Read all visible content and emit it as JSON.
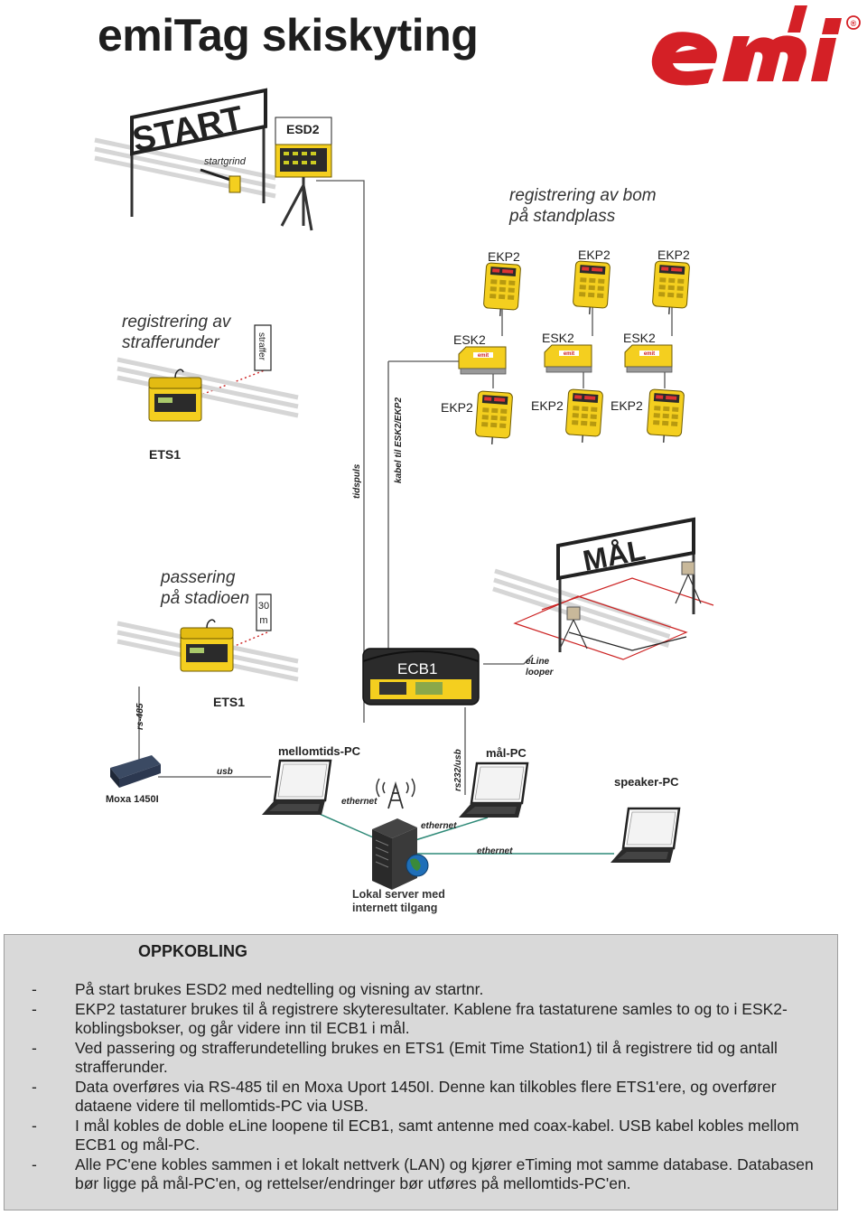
{
  "title": "emiTag skiskyting",
  "logo": {
    "text": "emit",
    "registered": "®",
    "color": "#d42026"
  },
  "colors": {
    "device_yellow": "#f4cf1f",
    "cable_gray": "#555555",
    "network_green": "#2f8a78",
    "timing_red": "#cc2222"
  },
  "start": {
    "banner": "START",
    "startgrind": "startgrind",
    "esd2": "ESD2"
  },
  "bom": {
    "heading_1": "registrering av bom",
    "heading_2": "på standplass"
  },
  "ekp2_row_top": [
    "EKP2",
    "EKP2",
    "EKP2"
  ],
  "esk2_row": [
    "ESK2",
    "ESK2",
    "ESK2"
  ],
  "ekp2_row_bottom": [
    "EKP2",
    "EKP2",
    "EKP2"
  ],
  "strafferunder": {
    "heading_1": "registrering av",
    "heading_2": "strafferunder",
    "sign": "straffer",
    "device": "ETS1"
  },
  "cables": {
    "tidspuls": "tidspuls",
    "kabel_esk": "kabel til ESK2/EKP2",
    "rs485": "rs-485",
    "usb": "usb",
    "rs232usb": "rs232/usb",
    "ethernet": "ethernet"
  },
  "stadion": {
    "heading_1": "passering",
    "heading_2": "på stadioen",
    "sign_top": "30",
    "sign_bottom": "m",
    "device": "ETS1"
  },
  "finish": {
    "banner": "MÅL",
    "ecb1": "ECB1",
    "eline_1": "eLine",
    "eline_2": "looper"
  },
  "network": {
    "moxa": "Moxa 1450I",
    "mellomtids_pc": "mellomtids-PC",
    "mal_pc": "mål-PC",
    "speaker_pc": "speaker-PC",
    "server_1": "Lokal server med",
    "server_2": "internett tilgang"
  },
  "oppkobling": {
    "heading": "OPPKOBLING",
    "items": [
      "På start brukes ESD2 med nedtelling og visning av startnr.",
      "EKP2 tastaturer brukes til å registrere skyteresultater. Kablene fra tastaturene samles to og to i ESK2-koblingsbokser, og går videre inn til ECB1 i mål.",
      "Ved passering og strafferundetelling brukes en ETS1 (Emit Time Station1) til å registrere tid og antall strafferunder.",
      "Data overføres via RS-485 til en Moxa Uport 1450I. Denne kan tilkobles flere ETS1'ere, og overfører dataene videre til mellomtids-PC via USB.",
      "I mål kobles de doble eLine loopene til ECB1, samt antenne med coax-kabel.  USB kabel kobles mellom ECB1 og mål-PC.",
      "Alle PC'ene kobles sammen i et lokalt nettverk (LAN) og kjører eTiming mot samme database. Databasen bør ligge på mål-PC'en, og rettelser/endringer bør utføres på mellomtids-PC'en."
    ]
  }
}
